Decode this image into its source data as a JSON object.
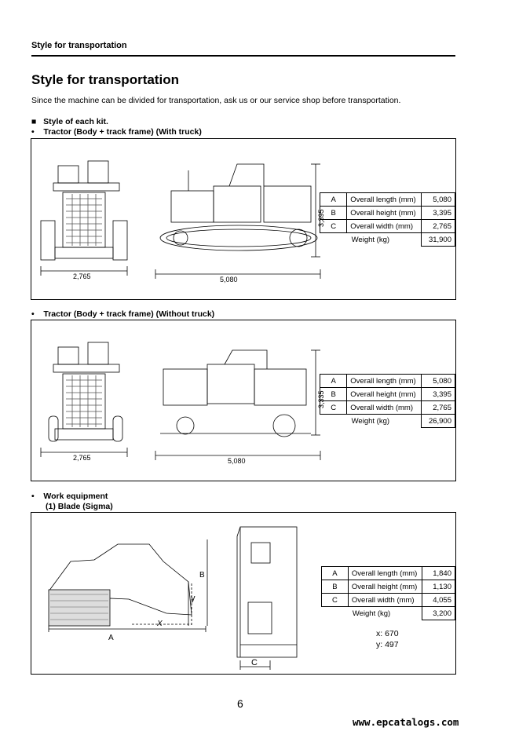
{
  "header": {
    "running_title": "Style for transportation"
  },
  "section": {
    "title": "Style for transportation",
    "intro": "Since the machine can be divided for transportation, ask us or our service shop before transportation."
  },
  "kit_heading": {
    "marker": "■",
    "text": "Style of each kit."
  },
  "kits": [
    {
      "bullet": "•",
      "title": "Tractor (Body + track frame) (With truck)",
      "dims": {
        "width": "2,765",
        "length": "5,080",
        "height": "3,395"
      },
      "rows": [
        {
          "key": "A",
          "label": "Overall length (mm)",
          "value": "5,080"
        },
        {
          "key": "B",
          "label": "Overall height (mm)",
          "value": "3,395"
        },
        {
          "key": "C",
          "label": "Overall width (mm)",
          "value": "2,765"
        }
      ],
      "weight": {
        "label": "Weight (kg)",
        "value": "31,900"
      }
    },
    {
      "bullet": "•",
      "title": "Tractor (Body + track frame) (Without truck)",
      "dims": {
        "width": "2,765",
        "length": "5,080",
        "height": "3,335"
      },
      "rows": [
        {
          "key": "A",
          "label": "Overall length (mm)",
          "value": "5,080"
        },
        {
          "key": "B",
          "label": "Overall height (mm)",
          "value": "3,395"
        },
        {
          "key": "C",
          "label": "Overall width (mm)",
          "value": "2,765"
        }
      ],
      "weight": {
        "label": "Weight (kg)",
        "value": "26,900"
      }
    }
  ],
  "work_equipment": {
    "bullet": "•",
    "title": "Work equipment",
    "sub": "(1)  Blade (Sigma)",
    "dims": {
      "a": "A",
      "b": "B",
      "c": "C",
      "x": "X",
      "y": "y"
    },
    "rows": [
      {
        "key": "A",
        "label": "Overall length (mm)",
        "value": "1,840"
      },
      {
        "key": "B",
        "label": "Overall height (mm)",
        "value": "1,130"
      },
      {
        "key": "C",
        "label": "Overall width (mm)",
        "value": "4,055"
      }
    ],
    "weight": {
      "label": "Weight (kg)",
      "value": "3,200"
    },
    "coords": {
      "x": "x: 670",
      "y": "y: 497"
    }
  },
  "page_number": "6",
  "footer_url": "www.epcatalogs.com"
}
